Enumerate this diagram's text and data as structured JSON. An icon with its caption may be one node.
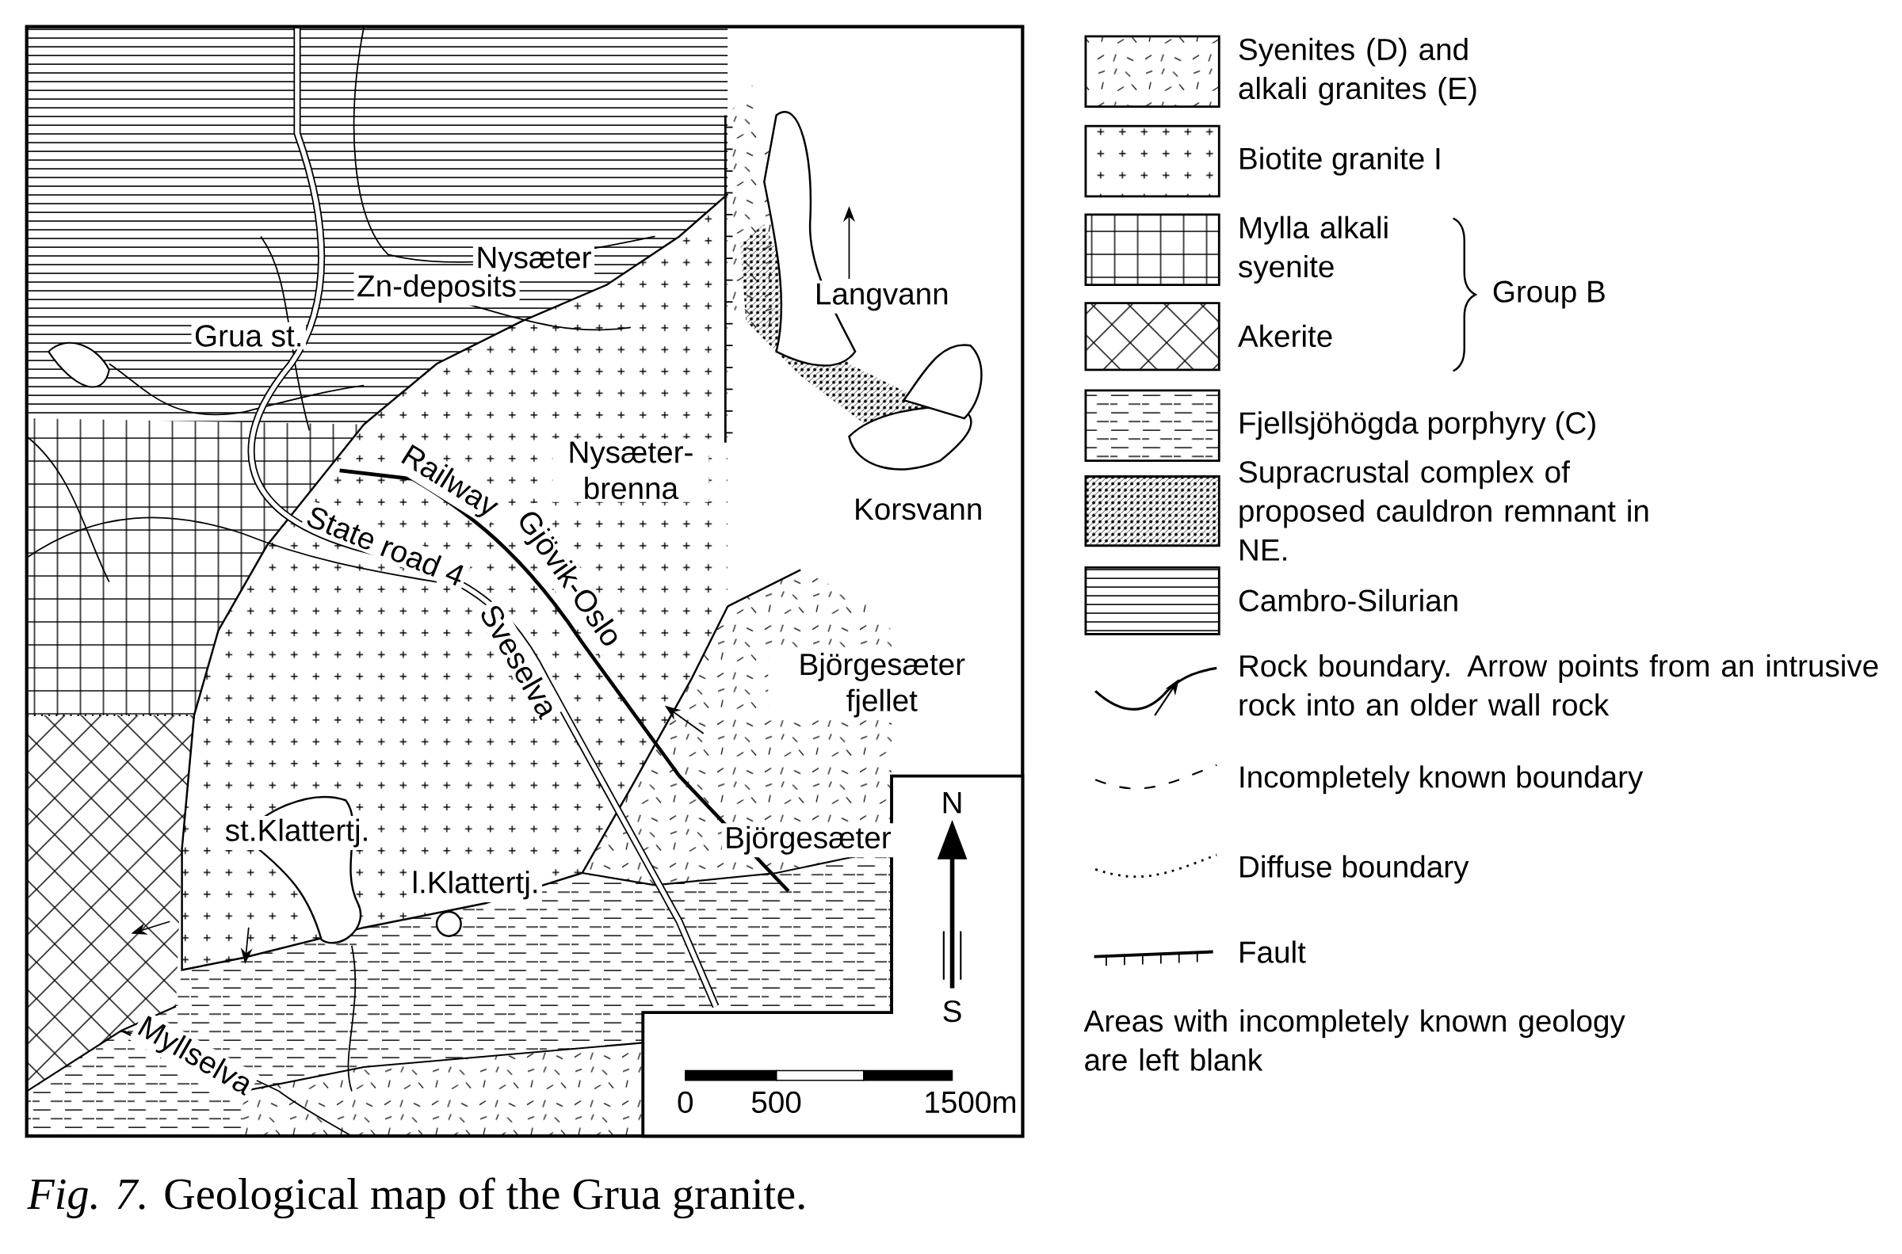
{
  "diagram": {
    "caption": "*Fig. 7.* Geological map of the Grua granite.",
    "labels": [
      "Nysæter",
      "Zn-deposits",
      "Langvann",
      "Grua st.",
      "Nysæter-brenna",
      "Korsvann",
      "Railway",
      "Gjövik-Oslo",
      "State road 4",
      "Sveselva",
      "Björgesæter fjellet",
      "N",
      "st.Klattertj.",
      "Björgesæter",
      "l.Klattertj.",
      "S",
      "Myllselva",
      "0",
      "500",
      "1500m",
      "Group B",
      "Areas with incompletely known geology are left blank"
    ],
    "legend": [
      {
        "text": "Syenites (D) and alkali granites (E)"
      },
      {
        "text": "Biotite granite I"
      },
      {
        "text": "Mylla alkali syenite"
      },
      {
        "text": "Akerite"
      },
      {
        "text": "Fjellsjöhögda porphyry (C)"
      },
      {
        "text": "Supracrustal complex of proposed cauldron remnant in NE."
      },
      {
        "text": "Cambro-Silurian"
      },
      {
        "text": "Rock boundary. Arrow points from an intrusive rock into an older wall rock"
      },
      {
        "text": "Incompletely known boundary"
      },
      {
        "text": "Diffuse boundary"
      },
      {
        "text": "Fault"
      }
    ]
  }
}
